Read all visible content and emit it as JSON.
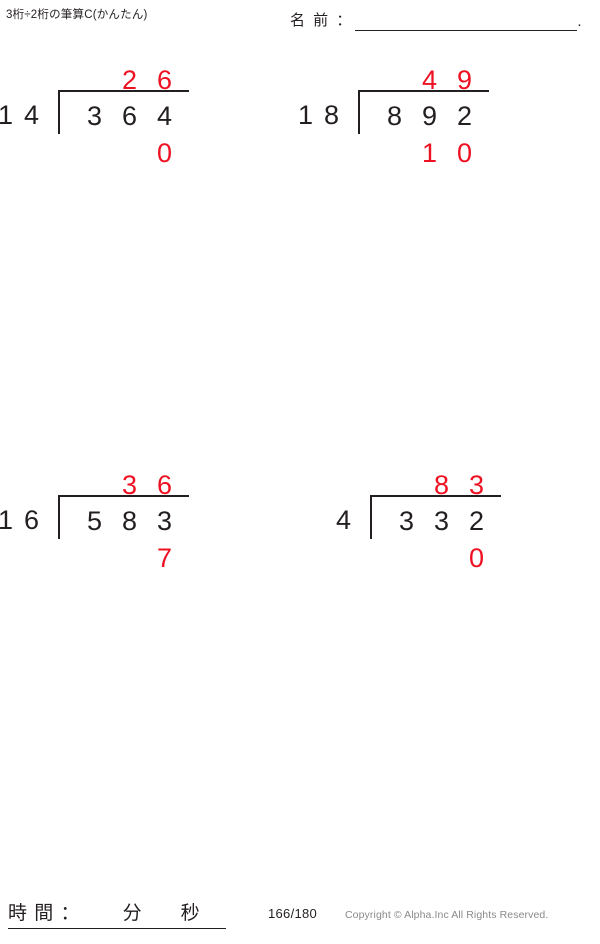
{
  "header": {
    "title": "3桁÷2桁の筆算C(かんたん)",
    "name_label": "名 前 ：",
    "name_value": "",
    "name_trailing_dot": "."
  },
  "problems": [
    {
      "id": 1,
      "divisor": "14",
      "divisor_digits": [
        "1",
        "4"
      ],
      "dividend": "364",
      "dividend_digits": [
        "3",
        "6",
        "4"
      ],
      "quotient": "26",
      "quotient_digits": [
        "",
        "2",
        "6"
      ],
      "remainder": "0",
      "remainder_digits": [
        "",
        "",
        "0"
      ]
    },
    {
      "id": 2,
      "divisor": "18",
      "divisor_digits": [
        "1",
        "8"
      ],
      "dividend": "892",
      "dividend_digits": [
        "8",
        "9",
        "2"
      ],
      "quotient": "49",
      "quotient_digits": [
        "",
        "4",
        "9"
      ],
      "remainder": "10",
      "remainder_digits": [
        "",
        "1",
        "0"
      ]
    },
    {
      "id": 3,
      "divisor": "16",
      "divisor_digits": [
        "1",
        "6"
      ],
      "dividend": "583",
      "dividend_digits": [
        "5",
        "8",
        "3"
      ],
      "quotient": "36",
      "quotient_digits": [
        "",
        "3",
        "6"
      ],
      "remainder": "7",
      "remainder_digits": [
        "",
        "",
        "7"
      ]
    },
    {
      "id": 4,
      "divisor": "4",
      "divisor_digits": [
        "4"
      ],
      "dividend": "332",
      "dividend_digits": [
        "3",
        "3",
        "2"
      ],
      "quotient": "83",
      "quotient_digits": [
        "",
        "8",
        "3"
      ],
      "remainder": "0",
      "remainder_digits": [
        "",
        "",
        "0"
      ]
    }
  ],
  "footer": {
    "time_label": "時 間 ：",
    "minute_unit": "分",
    "second_unit": "秒",
    "page_number": "166/180",
    "copyright": "Copyright © Alpha.Inc All Rights Reserved."
  },
  "colors": {
    "ink": "#231f20",
    "answer_red": "#ee1122",
    "copyright_gray": "#8a8a8a",
    "background": "#ffffff"
  }
}
